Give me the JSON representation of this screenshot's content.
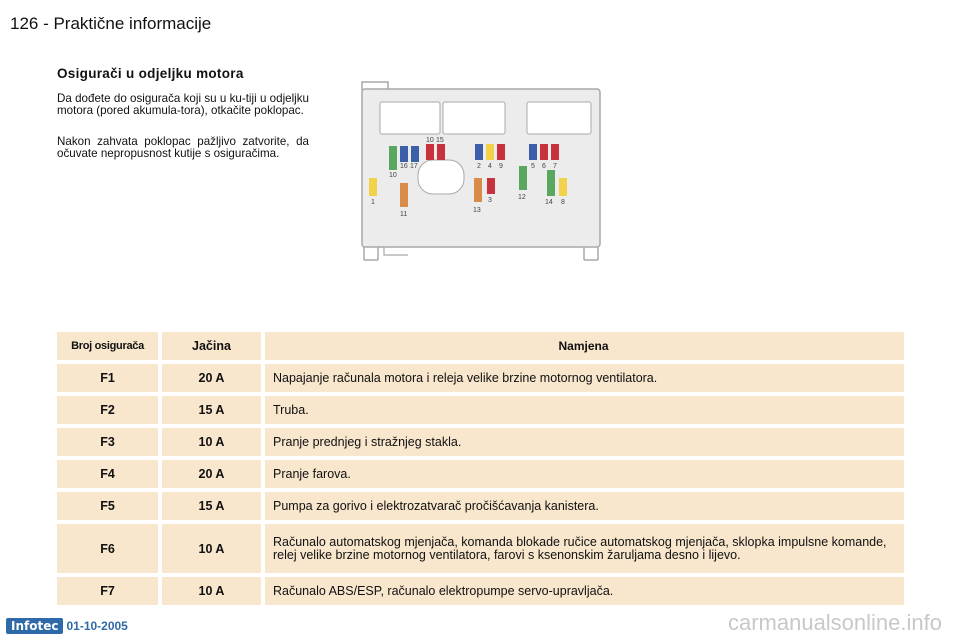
{
  "header": {
    "title": "126 - Praktične informacije"
  },
  "section": {
    "title": "Osigurači u odjeljku motora",
    "paragraphs": [
      "Da dođete do osigurača koji su u ku-tiji u odjeljku motora (pored akumula-tora), otkačite poklopac.",
      "Nakon zahvata poklopac pažljivo zatvorite, da očuvate nepropusnost kutije s osiguračima."
    ]
  },
  "diagram": {
    "fuse_labels": [
      "10",
      "15",
      "16",
      "17",
      "1",
      "10",
      "11",
      "2",
      "4",
      "9",
      "3",
      "13",
      "12",
      "5",
      "6",
      "7",
      "14",
      "8"
    ],
    "colors": {
      "green": "#5aa75f",
      "blue": "#3b5fa8",
      "red": "#c8323c",
      "yellow": "#f2d24a",
      "orange": "#d88c4a",
      "box": "#ececec",
      "border": "#a8a8a8"
    }
  },
  "table": {
    "headers": {
      "number": "Broj osigurača",
      "rating": "Jačina",
      "purpose": "Namjena"
    },
    "rows": [
      {
        "fuse": "F1",
        "amp": "20 A",
        "purpose": "Napajanje računala motora i releja velike brzine motornog ventilatora."
      },
      {
        "fuse": "F2",
        "amp": "15 A",
        "purpose": "Truba."
      },
      {
        "fuse": "F3",
        "amp": "10 A",
        "purpose": "Pranje prednjeg i stražnjeg stakla."
      },
      {
        "fuse": "F4",
        "amp": "20 A",
        "purpose": "Pranje farova."
      },
      {
        "fuse": "F5",
        "amp": "15 A",
        "purpose": "Pumpa za gorivo i elektrozatvarač pročišćavanja kanistera."
      },
      {
        "fuse": "F6",
        "amp": "10 A",
        "purpose": "Računalo automatskog mjenjača, komanda blokade ručice automatskog mjenjača, sklopka impulsne komande, relej velike brzine motornog ventilatora, farovi s ksenonskim žaruljama desno i lijevo."
      },
      {
        "fuse": "F7",
        "amp": "10 A",
        "purpose": "Računalo ABS/ESP, računalo elektropumpe servo-upravljača."
      }
    ]
  },
  "footer": {
    "logo": "Infotec",
    "date": "01-10-2005",
    "watermark": "carmanualsonline.info"
  }
}
